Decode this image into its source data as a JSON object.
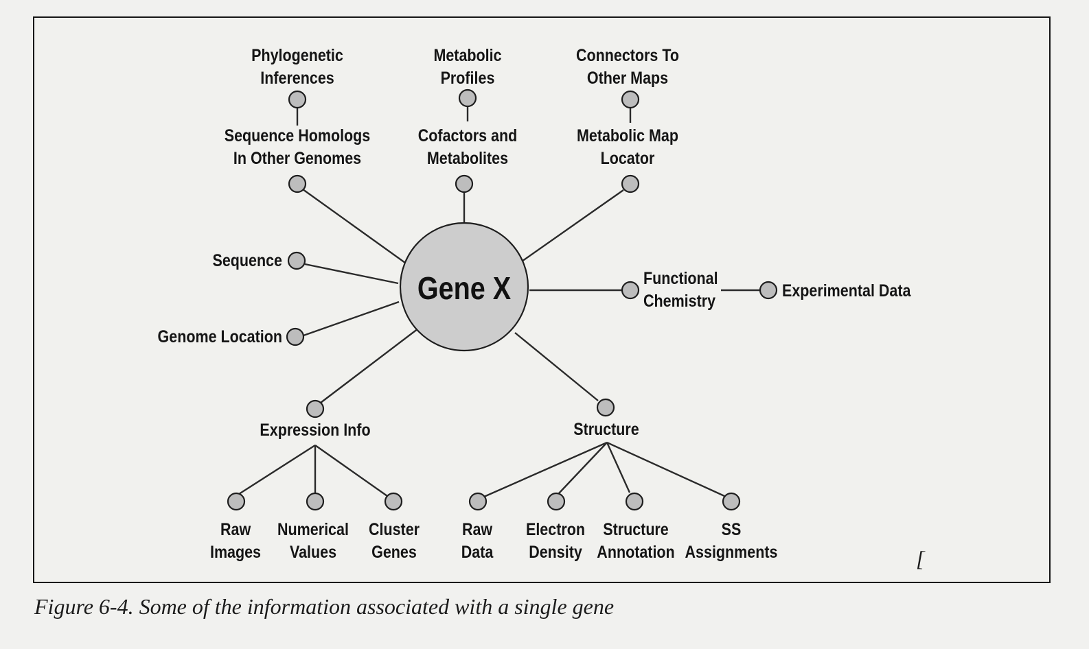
{
  "figure": {
    "caption": "Figure 6-4. Some of the information associated with a single gene",
    "stray_glyph": "["
  },
  "center": {
    "label": "Gene X"
  },
  "branches": {
    "phylogenetic_inferences": [
      "Phylogenetic",
      "Inferences"
    ],
    "sequence_homologs": [
      "Sequence Homologs",
      "In Other Genomes"
    ],
    "metabolic_profiles": [
      "Metabolic",
      "Profiles"
    ],
    "cofactors_metabolites": [
      "Cofactors and",
      "Metabolites"
    ],
    "connectors_to_other_maps": [
      "Connectors To",
      "Other Maps"
    ],
    "metabolic_map_locator": [
      "Metabolic Map",
      "Locator"
    ],
    "sequence": "Sequence",
    "genome_location": "Genome Location",
    "functional_chemistry": [
      "Functional",
      "Chemistry"
    ],
    "experimental_data": "Experimental Data",
    "expression_info": "Expression Info",
    "structure": "Structure",
    "raw_images": [
      "Raw",
      "Images"
    ],
    "numerical_values": [
      "Numerical",
      "Values"
    ],
    "cluster_genes": [
      "Cluster",
      "Genes"
    ],
    "raw_data": [
      "Raw",
      "Data"
    ],
    "electron_density": [
      "Electron",
      "Density"
    ],
    "structure_annotation": [
      "Structure",
      "Annotation"
    ],
    "ss_assignments": [
      "SS",
      "Assignments"
    ]
  },
  "colors": {
    "node_fill": "#bdbdbd",
    "center_fill": "#cdcdcd",
    "stroke": "#1e1e1e"
  }
}
